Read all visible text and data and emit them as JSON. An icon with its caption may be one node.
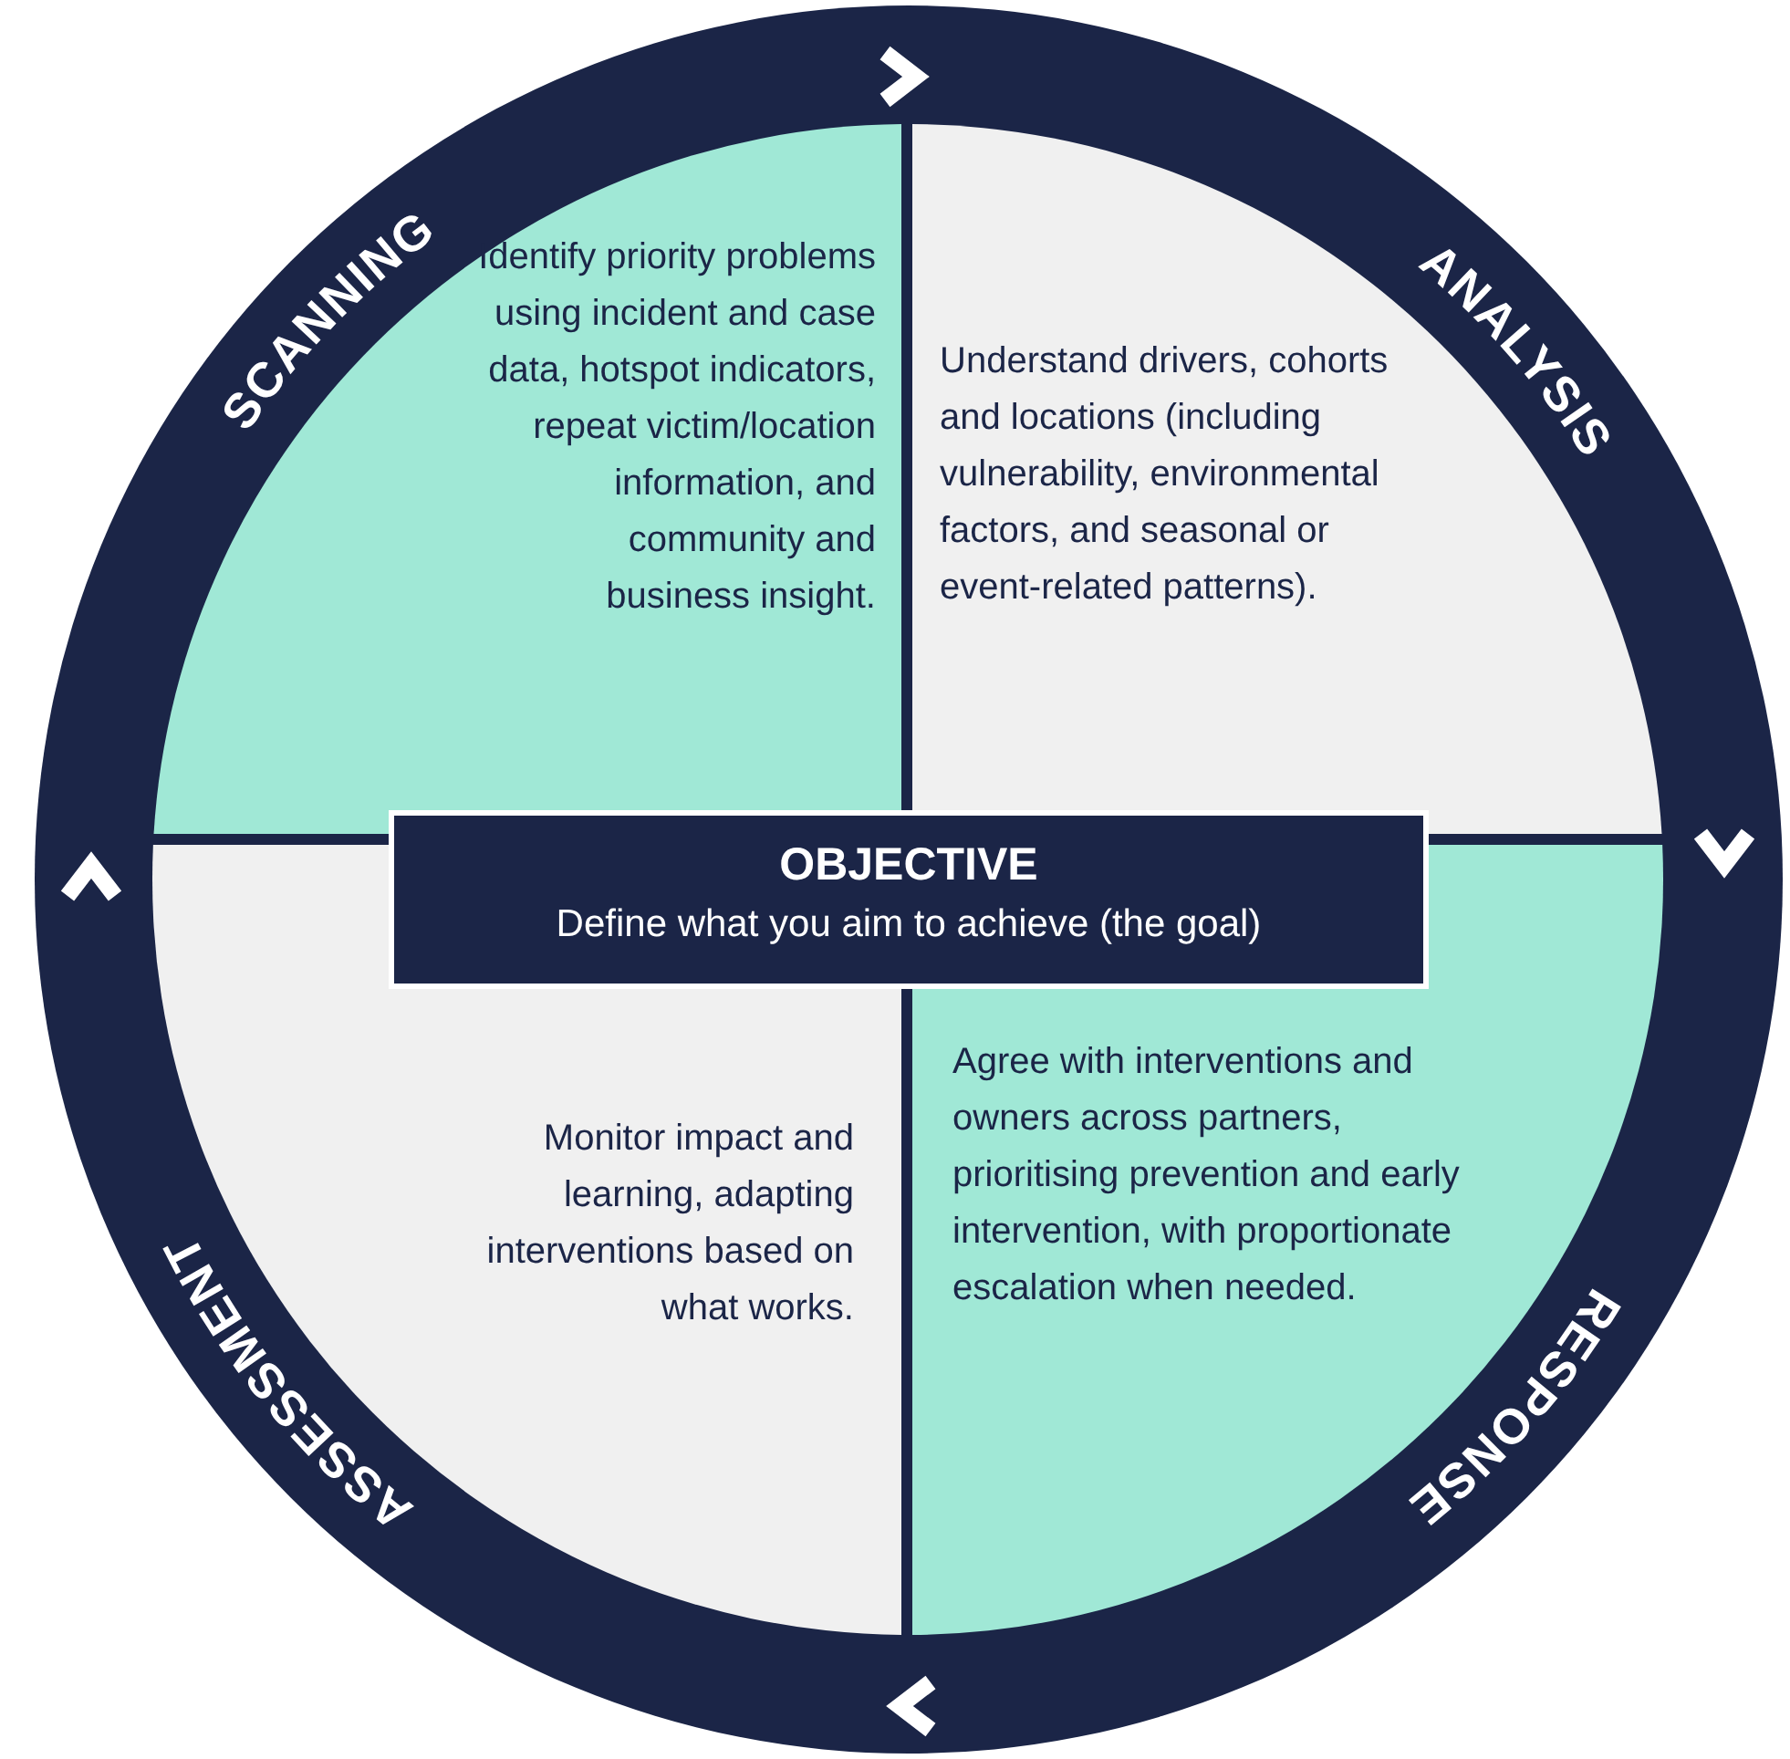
{
  "diagram": {
    "nodes": [
      {
        "text": [
          "SCANNING",
          "Identify priority problems using incident and case data, hotspot indicators, repeat victim/location information, and community and business insight."
        ]
      },
      {
        "text": [
          "ANALYSIS",
          "Understand drivers, cohorts and locations (including vulnerability, environmental factors, and seasonal or event-related patterns)."
        ]
      },
      {
        "text": [
          "RESPONSE",
          "Agree with interventions and owners across partners, prioritising prevention and early intervention, with proportionate escalation when needed."
        ]
      },
      {
        "text": [
          "ASSESSMENT",
          "Monitor impact and learning, adapting interventions based on what works."
        ]
      },
      {
        "text": [
          "OBJECTIVE",
          "Define what you aim to achieve (the goal)"
        ]
      }
    ],
    "edges": [
      {
        "from": 0,
        "to": 1,
        "arrow": "to"
      },
      {
        "from": 1,
        "to": 2,
        "arrow": "to"
      },
      {
        "from": 2,
        "to": 3,
        "arrow": "to"
      },
      {
        "from": 3,
        "to": 0,
        "arrow": "to"
      }
    ]
  }
}
